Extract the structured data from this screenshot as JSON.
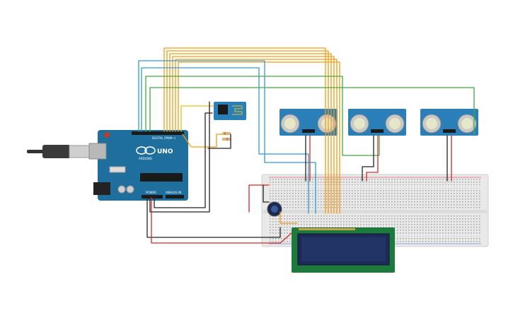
{
  "arduino": {
    "brand": "ARDUINO",
    "model": "UNO",
    "digital_header": "DIGITAL (PWM~)",
    "power_header": "POWER",
    "analog_header": "ANALOG IN",
    "colors": {
      "board": "#1e6e9e",
      "plug": "#333333"
    }
  },
  "sensors": [
    {
      "id": "ultrasonic-1"
    },
    {
      "id": "ultrasonic-2"
    },
    {
      "id": "ultrasonic-3"
    }
  ],
  "wifi_module": {
    "id": "esp8266"
  },
  "lcd": {
    "id": "lcd-16x2",
    "colors": {
      "pcb": "#1e7a3c",
      "screen": "#1c2a55"
    }
  },
  "breadboard": {
    "id": "breadboard"
  },
  "potentiometer": {
    "id": "potentiometer"
  },
  "wire_colors": {
    "orange": "#f39c12",
    "blue": "#2e9bd6",
    "green": "#3fae3f",
    "red": "#d62828",
    "black": "#222222",
    "yellow": "#e6c21a"
  }
}
